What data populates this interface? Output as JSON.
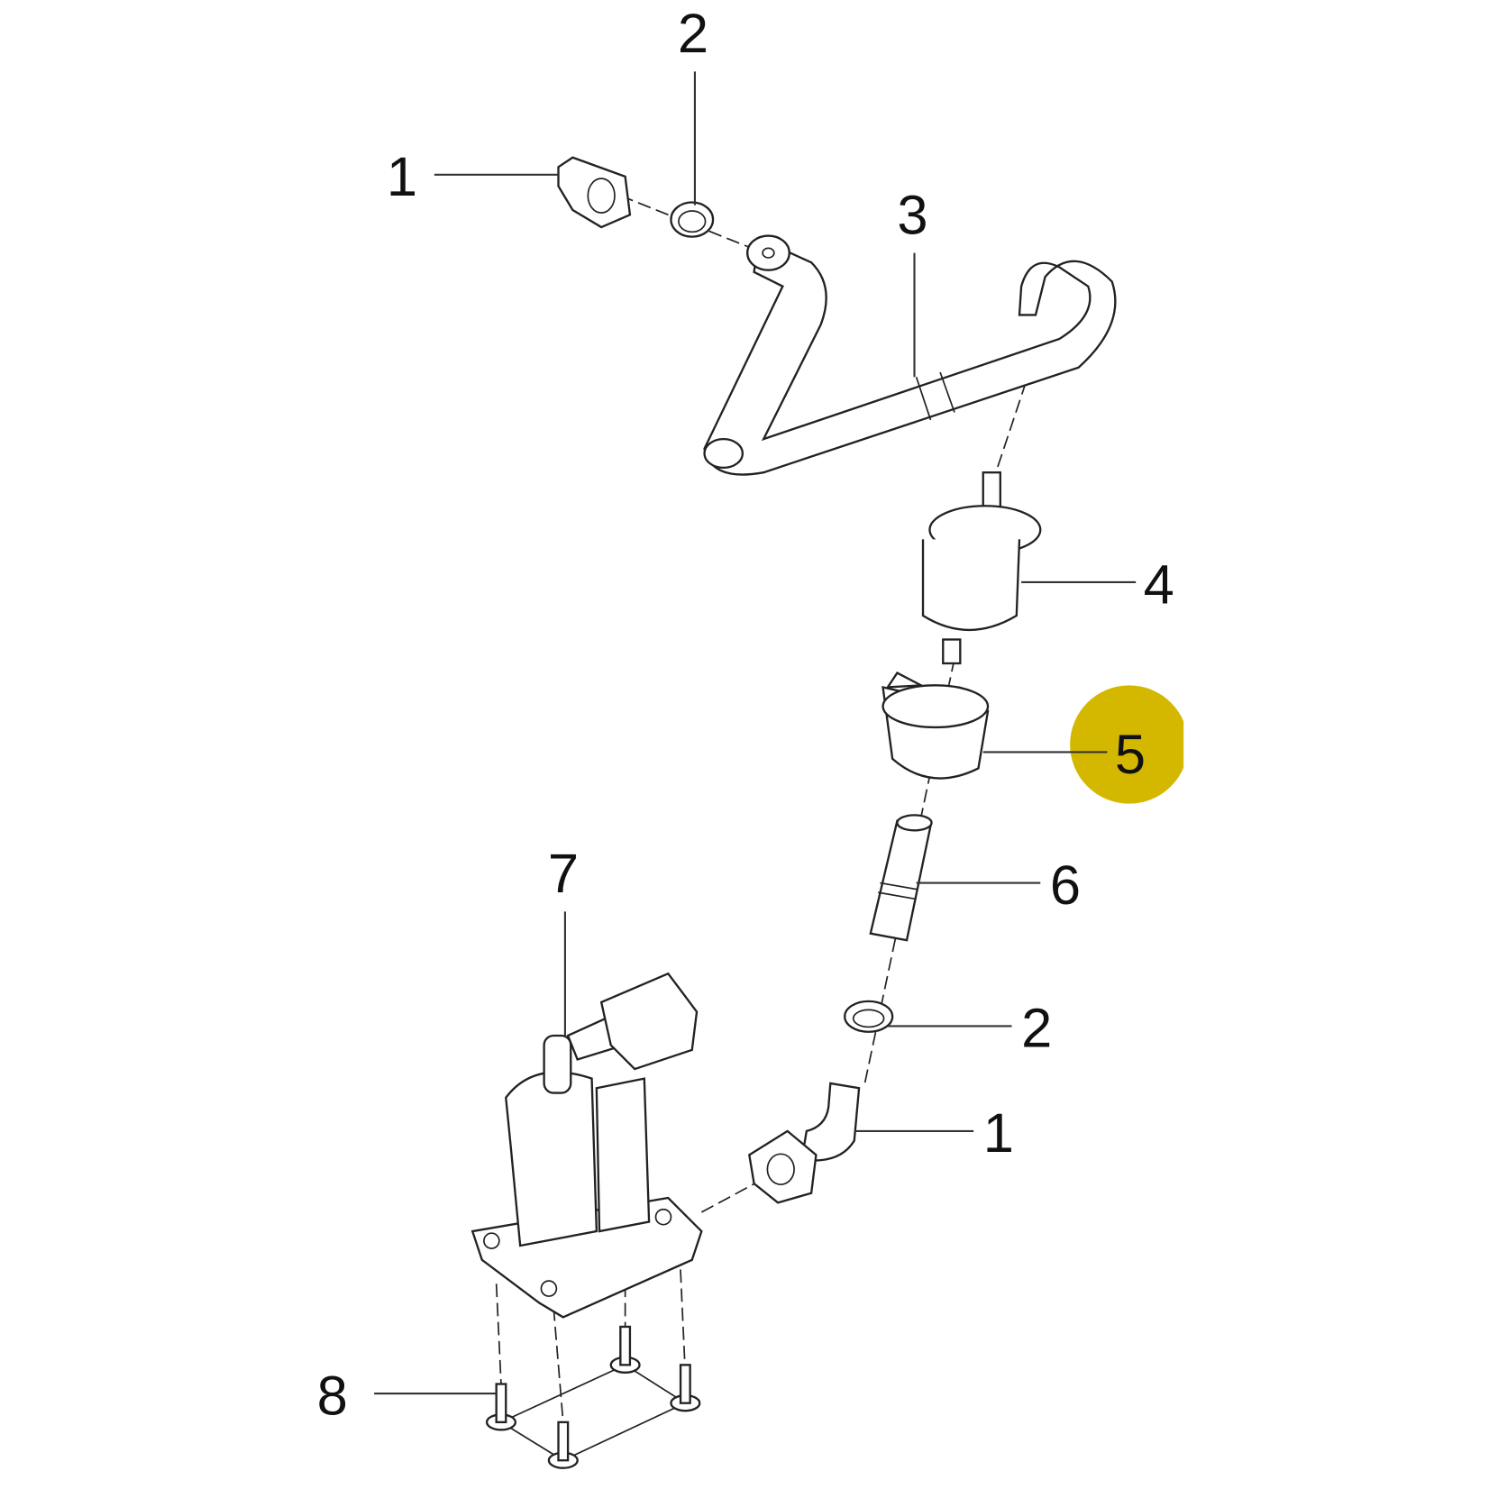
{
  "diagram": {
    "highlight_color": "#d4b800",
    "highlighted_callout": "5",
    "callouts": [
      {
        "id": "c1a",
        "label": "1"
      },
      {
        "id": "c2a",
        "label": "2"
      },
      {
        "id": "c3",
        "label": "3"
      },
      {
        "id": "c4",
        "label": "4"
      },
      {
        "id": "c5",
        "label": "5"
      },
      {
        "id": "c6",
        "label": "6"
      },
      {
        "id": "c2b",
        "label": "2"
      },
      {
        "id": "c1b",
        "label": "1"
      },
      {
        "id": "c7",
        "label": "7"
      },
      {
        "id": "c8",
        "label": "8"
      }
    ]
  }
}
